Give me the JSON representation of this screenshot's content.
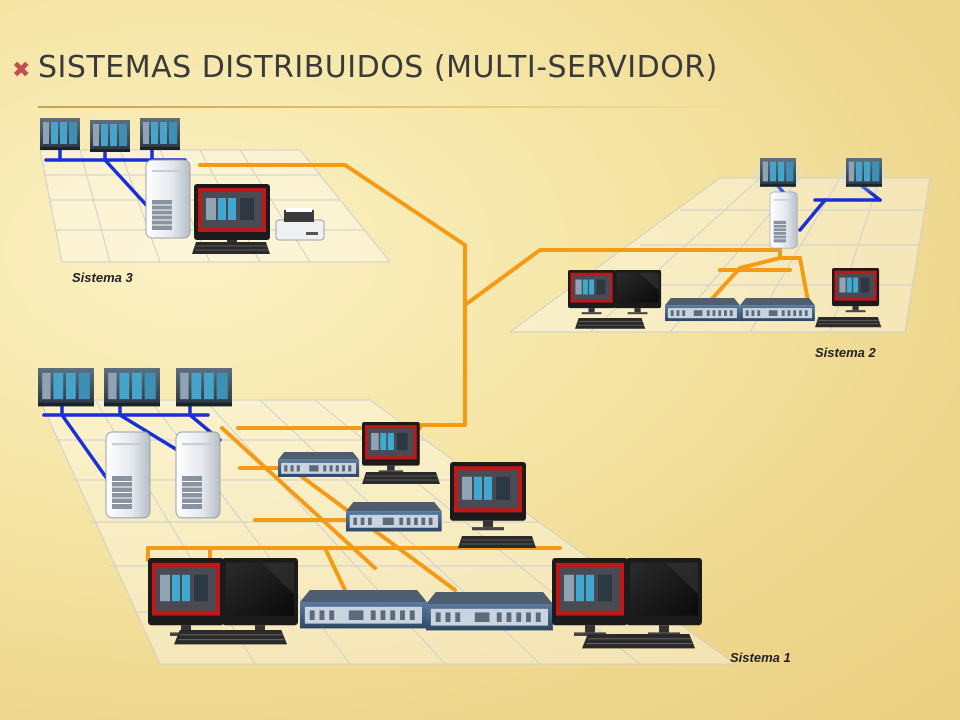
{
  "slide": {
    "title": "SISTEMAS DISTRIBUIDOS  (MULTI-SERVIDOR)",
    "title_mark": "✖",
    "accent_color": "#f39c12",
    "bus_color": "#1428c8",
    "grid_color": "#c9c9c9"
  },
  "systems": {
    "s1": {
      "label": "Sistema 1"
    },
    "s2": {
      "label": "Sistema 2"
    },
    "s3": {
      "label": "Sistema 3"
    }
  }
}
